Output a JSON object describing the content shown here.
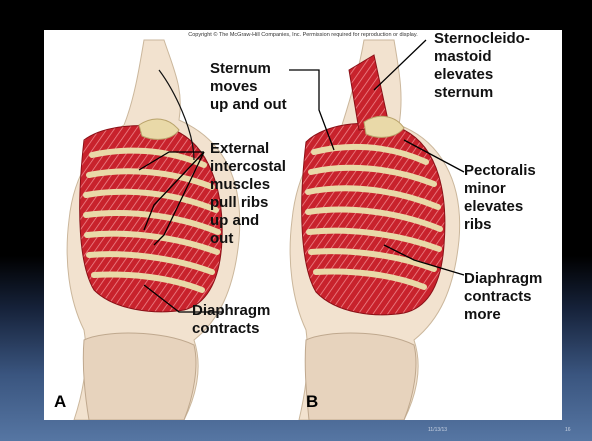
{
  "copyright": "Copyright © The McGraw-Hill Companies, Inc. Permission required for reproduction or display.",
  "panel_a": {
    "letter": "A",
    "labels": {
      "external_intercostal": "External\nintercostal\nmuscles\npull ribs\nup and\nout",
      "diaphragm": "Diaphragm\ncontracts"
    }
  },
  "panel_b": {
    "letter": "B",
    "labels": {
      "sternum": "Sternum\nmoves\nup and out",
      "sternocleidomastoid": "Sternocleido-\nmastoid\nelevates\nsternum",
      "pectoralis_minor": "Pectoralis\nminor\nelevates\nribs",
      "diaphragm": "Diaphragm\ncontracts\nmore"
    }
  },
  "footer": {
    "date": "11/13/13",
    "page": "16"
  },
  "colors": {
    "muscle": "#c8222c",
    "bone": "#e9d9a8",
    "skin": "#f2e2cf",
    "background_top": "#000000",
    "background_bottom": "#5676a3"
  }
}
